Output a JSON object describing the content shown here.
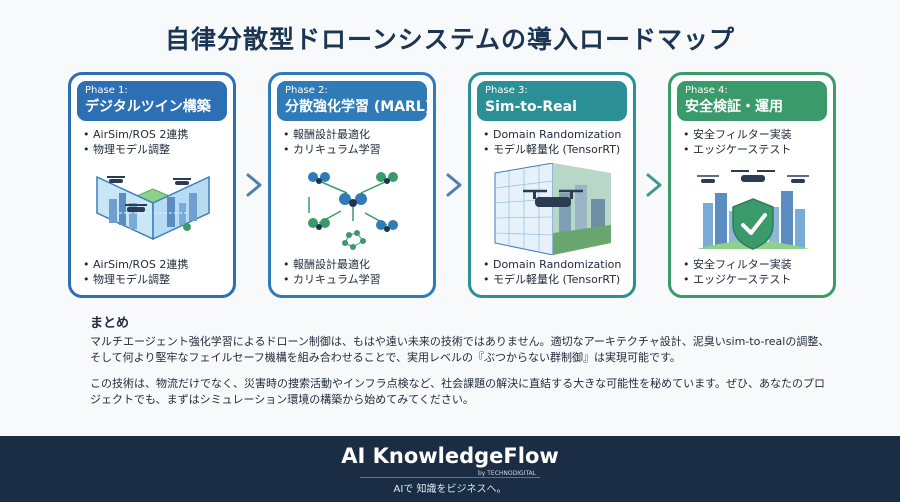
{
  "title": "自律分散型ドローンシステムの導入ロードマップ",
  "phases": [
    {
      "no": "Phase 1:",
      "name": "デジタルツイン構築",
      "color": "#2c6fb5",
      "top_items": [
        "• AirSim/ROS 2連携",
        "• 物理モデル調整"
      ],
      "bottom_items": [
        "• AirSim/ROS 2連携",
        "• 物理モデル調整"
      ],
      "icon": "digital-twin-drone-city-icon"
    },
    {
      "no": "Phase 2:",
      "name": "分散強化学習 (MARL)",
      "color": "#2e7bb8",
      "top_items": [
        "• 報酬設計最適化",
        "• カリキュラム学習"
      ],
      "bottom_items": [
        "• 報酬設計最適化",
        "• カリキュラム学習"
      ],
      "icon": "drone-swarm-network-icon"
    },
    {
      "no": "Phase 3:",
      "name": "Sim-to-Real",
      "color": "#2b8f96",
      "top_items": [
        "• Domain Randomization",
        "• モデル軽量化 (TensorRT)"
      ],
      "bottom_items": [
        "• Domain Randomization",
        "• モデル軽量化 (TensorRT)"
      ],
      "icon": "sim-to-real-drone-icon"
    },
    {
      "no": "Phase 4:",
      "name": "安全検証・運用",
      "color": "#3a9a6a",
      "top_items": [
        "• 安全フィルター実装",
        "• エッジケーステスト"
      ],
      "bottom_items": [
        "• 安全フィルター実装",
        "• エッジケーステスト"
      ],
      "icon": "safety-shield-city-icon"
    }
  ],
  "summary": {
    "title": "まとめ",
    "para1": "マルチエージェント強化学習によるドローン制御は、もはや遠い未来の技術ではありません。適切なアーキテクチャ設計、泥臭いsim-to-realの調整、そして何より堅牢なフェイルセーフ機構を組み合わせることで、実用レベルの『ぶつからない群制御』は実現可能です。",
    "para2": "この技術は、物流だけでなく、災害時の捜索活動やインフラ点検など、社会課題の解決に直結する大きな可能性を秘めています。ぜひ、あなたのプロジェクトでも、まずはシミュレーション環境の構築から始めてみてください。"
  },
  "footer": {
    "brand": "AI KnowledgeFlow",
    "brand_sub": "by TECHNODIGITAL",
    "tagline": "AIで 知識をビジネスへ。"
  },
  "colors": {
    "card1": "#2c6fb5",
    "card2": "#2e7bb8",
    "card3": "#2b8f96",
    "card4": "#3a9a6a",
    "footer_bg": "#1b2d44"
  }
}
